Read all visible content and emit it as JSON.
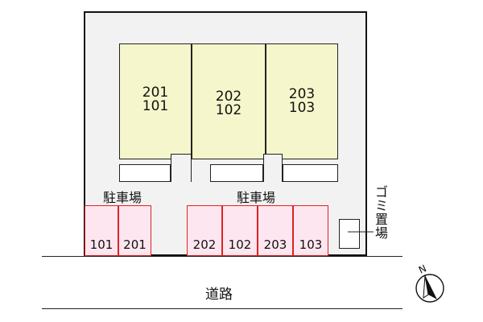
{
  "building": {
    "units": [
      {
        "upper": "201",
        "lower": "101"
      },
      {
        "upper": "202",
        "lower": "102"
      },
      {
        "upper": "203",
        "lower": "103"
      }
    ]
  },
  "parking_left": {
    "label": "駐車場",
    "spaces": [
      "101",
      "201"
    ]
  },
  "parking_right": {
    "label": "駐車場",
    "spaces": [
      "202",
      "102",
      "203",
      "103"
    ]
  },
  "trash": {
    "label": "ゴミ置場"
  },
  "road": {
    "label": "道路"
  },
  "compass": {
    "north": "N"
  },
  "colors": {
    "unit_fill": "#f6f6cc",
    "parking_fill": "#fde6ef",
    "parking_border": "#dd2222",
    "site_fill": "#f2f2f2"
  }
}
